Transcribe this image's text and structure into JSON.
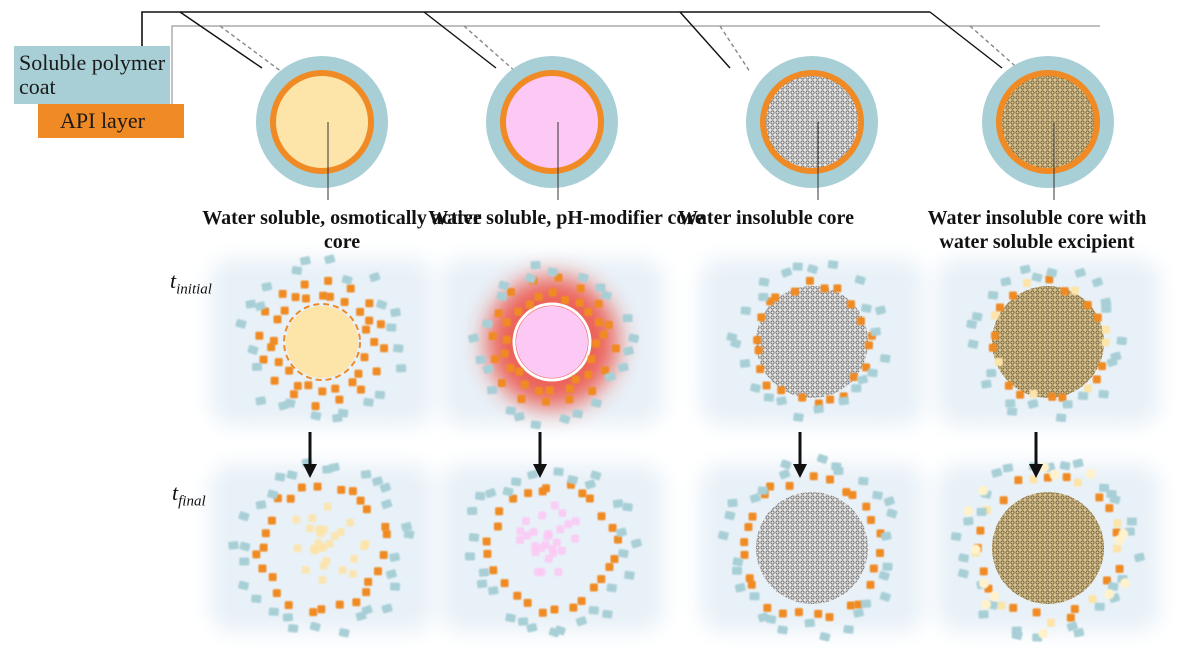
{
  "legend": {
    "coat_label": "Soluble polymer coat",
    "coat_color": "#a8cfd6",
    "api_label": "API layer",
    "api_color": "#f08a24"
  },
  "time_labels": {
    "initial_t": "t",
    "initial_sub": "initial",
    "final_t": "t",
    "final_sub": "final"
  },
  "cores": [
    {
      "label": "Water soluble, osmotically active core",
      "core_color": "#fde4a8",
      "pattern": "solid",
      "dissolves": true
    },
    {
      "label": "Water soluble, pH-modifier core",
      "core_color": "#fcc8f4",
      "pattern": "solid",
      "dissolves": true,
      "halo_color": "#ee3322"
    },
    {
      "label": "Water insoluble core",
      "core_color": "#d9d9d9",
      "pattern": "mesh",
      "dissolves": false
    },
    {
      "label": "Water insoluble core with water soluble excipient",
      "core_color": "#d6c08e",
      "pattern": "mesh",
      "dissolves": false,
      "excipient_color": "#fde4a8"
    }
  ],
  "colors": {
    "stage_bg": "#e8f1f8",
    "arrow": "#111111",
    "leader_line": "#111111"
  }
}
